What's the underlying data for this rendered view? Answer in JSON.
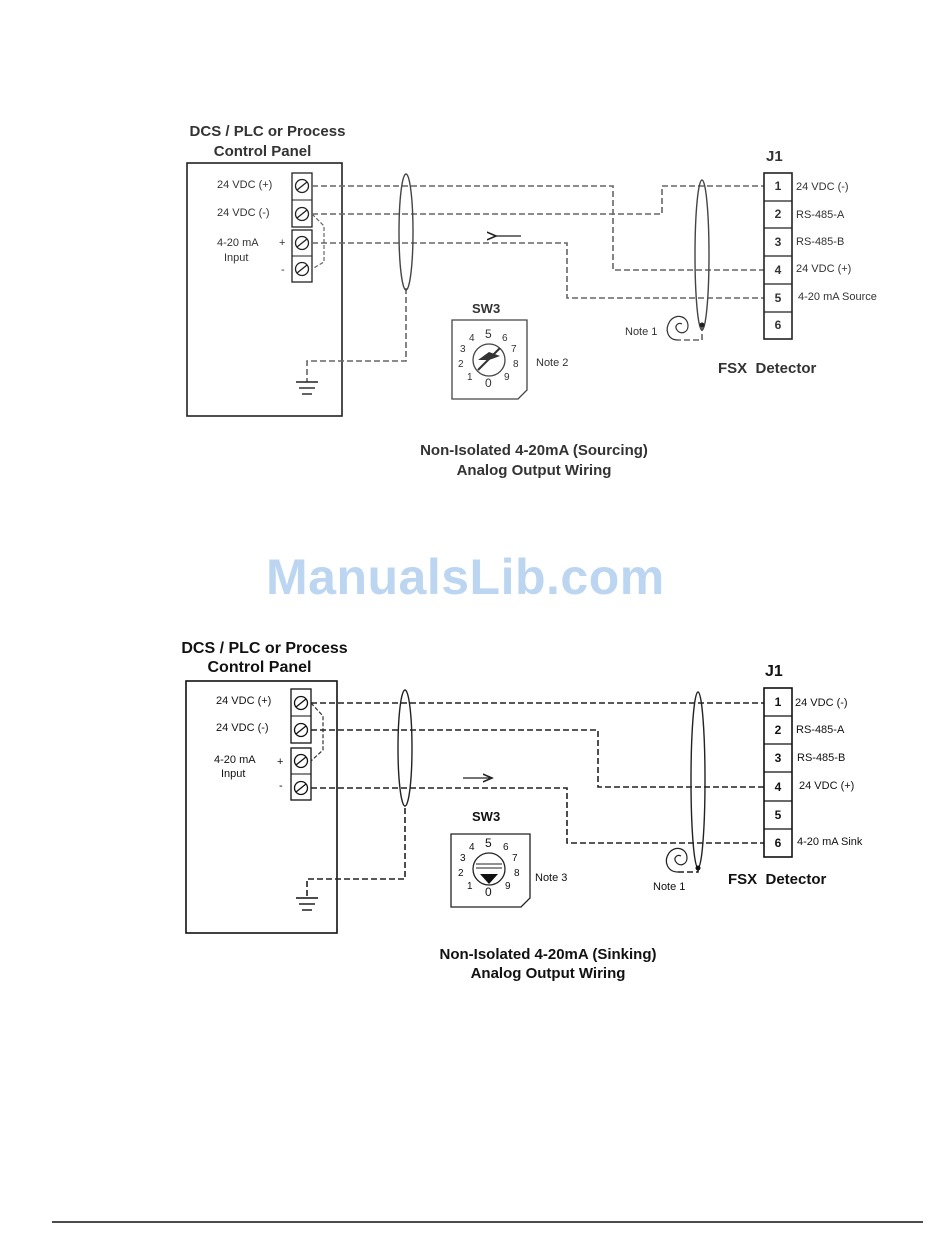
{
  "watermark": "ManualsLib.com",
  "diagram_sourcing": {
    "panel_title_line1": "DCS / PLC or Process",
    "panel_title_line2": "Control Panel",
    "terminal_24vdc_pos": "24 VDC (+)",
    "terminal_24vdc_neg": "24 VDC (-)",
    "input_label_line1": "4-20 mA",
    "input_label_line2": "Input",
    "input_plus": "+",
    "input_minus": "-",
    "sw_title": "SW3",
    "sw_dial_digits": [
      "0",
      "1",
      "2",
      "3",
      "4",
      "5",
      "6",
      "7",
      "8",
      "9"
    ],
    "sw_note": "Note 2",
    "shield_note": "Note 1",
    "connector_title": "J1",
    "pins": [
      {
        "num": "1",
        "label": "24 VDC (-)"
      },
      {
        "num": "2",
        "label": "RS-485-A"
      },
      {
        "num": "3",
        "label": "RS-485-B"
      },
      {
        "num": "4",
        "label": "24 VDC (+)"
      },
      {
        "num": "5",
        "label": "4-20 mA Source"
      },
      {
        "num": "6",
        "label": ""
      }
    ],
    "detector_label": "FSX  Detector",
    "caption_line1": "Non-Isolated 4-20mA (Sourcing)",
    "caption_line2": "Analog Output Wiring"
  },
  "diagram_sinking": {
    "panel_title_line1": "DCS / PLC or Process",
    "panel_title_line2": "Control Panel",
    "terminal_24vdc_pos": "24 VDC (+)",
    "terminal_24vdc_neg": "24 VDC (-)",
    "input_label_line1": "4-20 mA",
    "input_label_line2": "Input",
    "input_plus": "+",
    "input_minus": "-",
    "sw_title": "SW3",
    "sw_dial_digits": [
      "0",
      "1",
      "2",
      "3",
      "4",
      "5",
      "6",
      "7",
      "8",
      "9"
    ],
    "sw_note": "Note 3",
    "shield_note": "Note 1",
    "connector_title": "J1",
    "pins": [
      {
        "num": "1",
        "label": "24 VDC (-)"
      },
      {
        "num": "2",
        "label": "RS-485-A"
      },
      {
        "num": "3",
        "label": "RS-485-B"
      },
      {
        "num": "4",
        "label": "24 VDC (+)"
      },
      {
        "num": "5",
        "label": ""
      },
      {
        "num": "6",
        "label": "4-20 mA Sink"
      }
    ],
    "detector_label": "FSX  Detector",
    "caption_line1": "Non-Isolated 4-20mA (Sinking)",
    "caption_line2": "Analog Output Wiring"
  }
}
